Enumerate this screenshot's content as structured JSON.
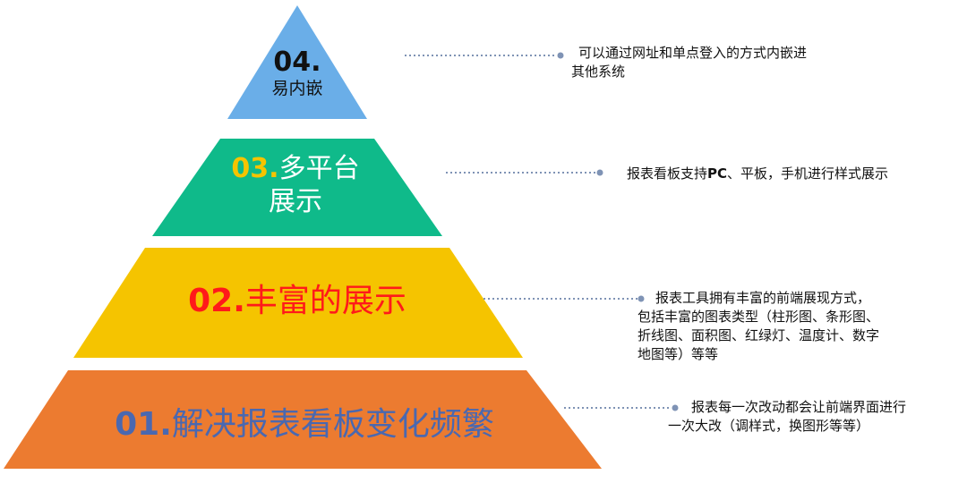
{
  "colors": {
    "tier4": "#6aaee8",
    "tier3": "#0fba8a",
    "tier2": "#f5c400",
    "tier1": "#ec7b30",
    "connector": "#7f93b5",
    "dot": "#7f93b5"
  },
  "tiers": [
    {
      "id": "04",
      "number": "04.",
      "name": "易内嵌",
      "description_lines": [
        "可以通过网址和单点登入的方式内嵌进",
        "其他系统"
      ]
    },
    {
      "id": "03",
      "number": "03.",
      "name_line1": "多平台",
      "name_line2": "展示",
      "description_pre": "报表看板支持",
      "description_bold": "PC",
      "description_post": "、平板，手机进行样式展示"
    },
    {
      "id": "02",
      "number": "02.",
      "name": "丰富的展示",
      "description_lines": [
        "报表工具拥有丰富的前端展现方式，",
        "包括丰富的图表类型（柱形图、条形图、",
        "折线图、面积图、红绿灯、温度计、数字",
        "地图等）等等"
      ]
    },
    {
      "id": "01",
      "number": "01.",
      "name": "解决报表看板变化频繁",
      "description_lines": [
        "报表每一次改动都会让前端界面进行",
        "一次大改（调样式，换图形等等）"
      ]
    }
  ]
}
